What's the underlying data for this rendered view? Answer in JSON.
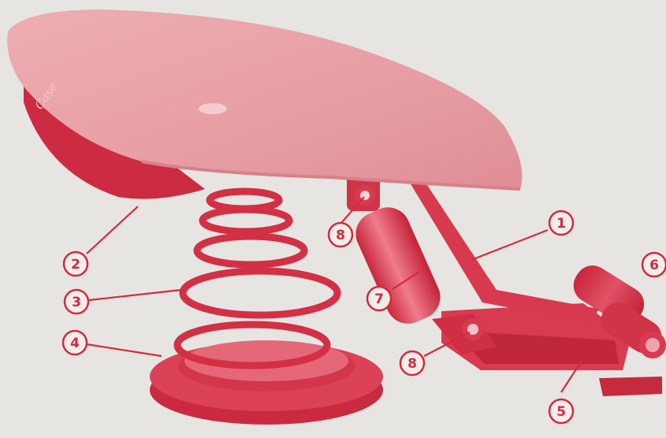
{
  "colors": {
    "background": "#e7e5e1",
    "part_red": "#d8344a",
    "part_dark": "#b41e33",
    "seat_pink": "#e79aa1",
    "seat_light": "#f2c3c5",
    "callout": "#d42a3c"
  },
  "seat_emblem": "Case",
  "callouts": [
    {
      "id": "1",
      "label": "1"
    },
    {
      "id": "2",
      "label": "2"
    },
    {
      "id": "3",
      "label": "3"
    },
    {
      "id": "4",
      "label": "4"
    },
    {
      "id": "5",
      "label": "5"
    },
    {
      "id": "6",
      "label": "6"
    },
    {
      "id": "7",
      "label": "7"
    },
    {
      "id": "8a",
      "label": "8"
    },
    {
      "id": "8b",
      "label": "8"
    }
  ]
}
